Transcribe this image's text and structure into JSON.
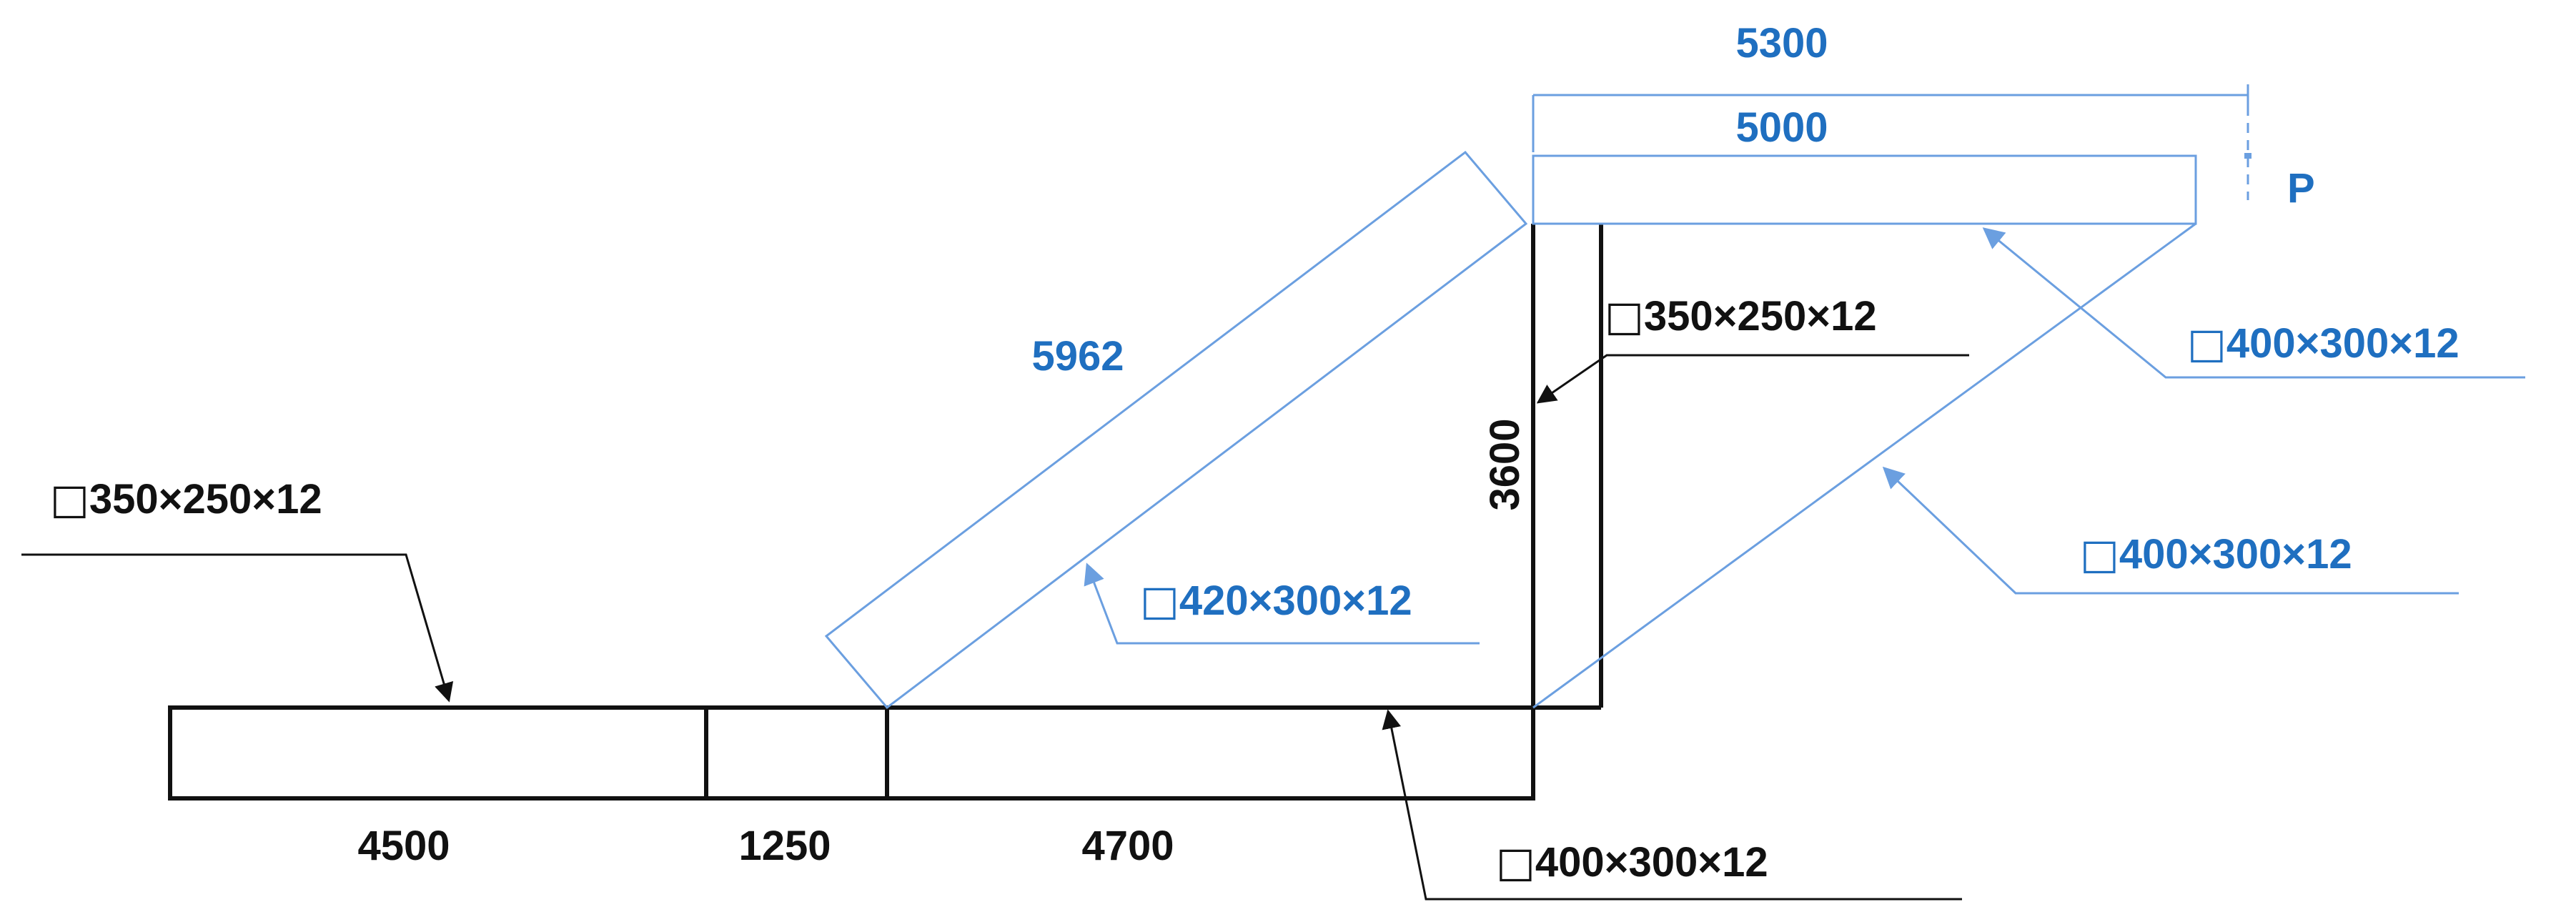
{
  "colors": {
    "structure": "#111111",
    "accent": "#1f6fc0",
    "accent_line": "#6b9fe0"
  },
  "labels": {
    "dim_4500": "4500",
    "dim_1250": "1250",
    "dim_4700": "4700",
    "dim_3600": "3600",
    "dim_5300": "5300",
    "dim_5000": "5000",
    "dim_5962": "5962",
    "point_p": "P",
    "section_box": "□",
    "section_bottom_left": "350×250×12",
    "section_bottom_right": "400×300×12",
    "section_column": "350×250×12",
    "section_diag_left": "420×300×12",
    "section_diag_right": "400×300×12",
    "section_top_beam": "400×300×12"
  }
}
